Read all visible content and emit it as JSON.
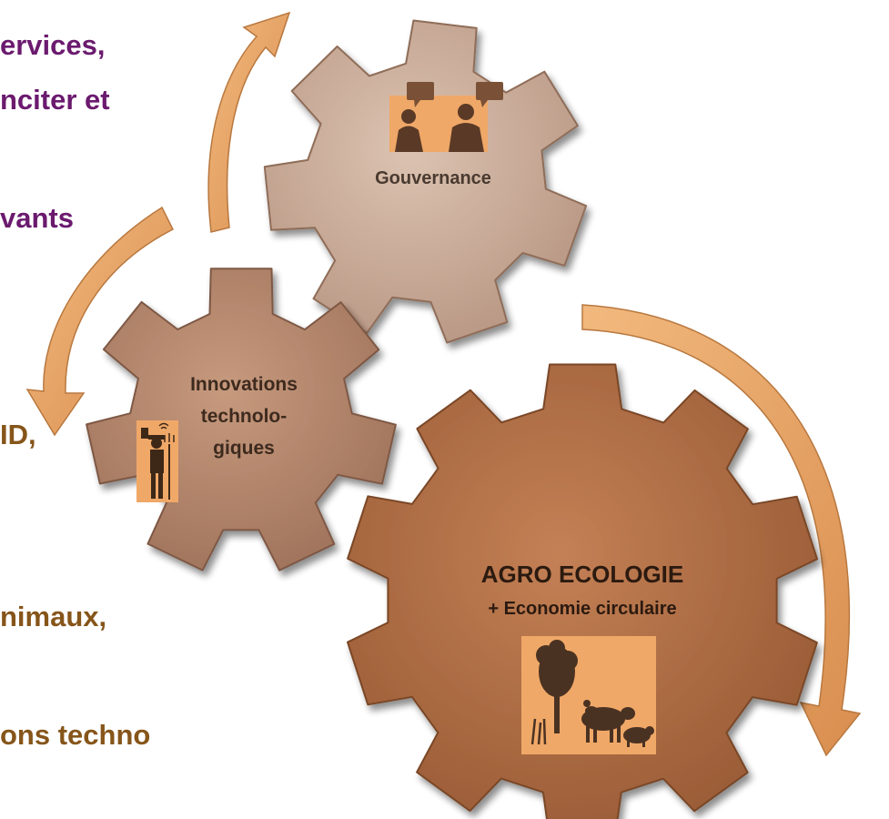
{
  "side_text": {
    "line1": "ervices,",
    "line2": "nciter et",
    "line3": "vants",
    "line4": "ID,",
    "line5": "nimaux,",
    "line6": "ons techno"
  },
  "gears": {
    "gouvernance": {
      "label": "Gouvernance"
    },
    "innovations": {
      "label_line1": "Innovations",
      "label_line2": "technolo-",
      "label_line3": "giques"
    },
    "agro": {
      "title": "AGRO ECOLOGIE",
      "subtitle": "+ Economie circulaire"
    }
  },
  "colors": {
    "gear_light": "#c9ab97",
    "gear_mid": "#b4876d",
    "gear_dark": "#a86a45",
    "arrow": "#e8a466",
    "purple_text": "#6b1a6e",
    "brown_text": "#86551a",
    "icon_bg": "#f0a868"
  },
  "icons": [
    "two-people-speech-icon",
    "farmer-smartphone-icon",
    "tree-cow-pig-chicken-icon"
  ]
}
